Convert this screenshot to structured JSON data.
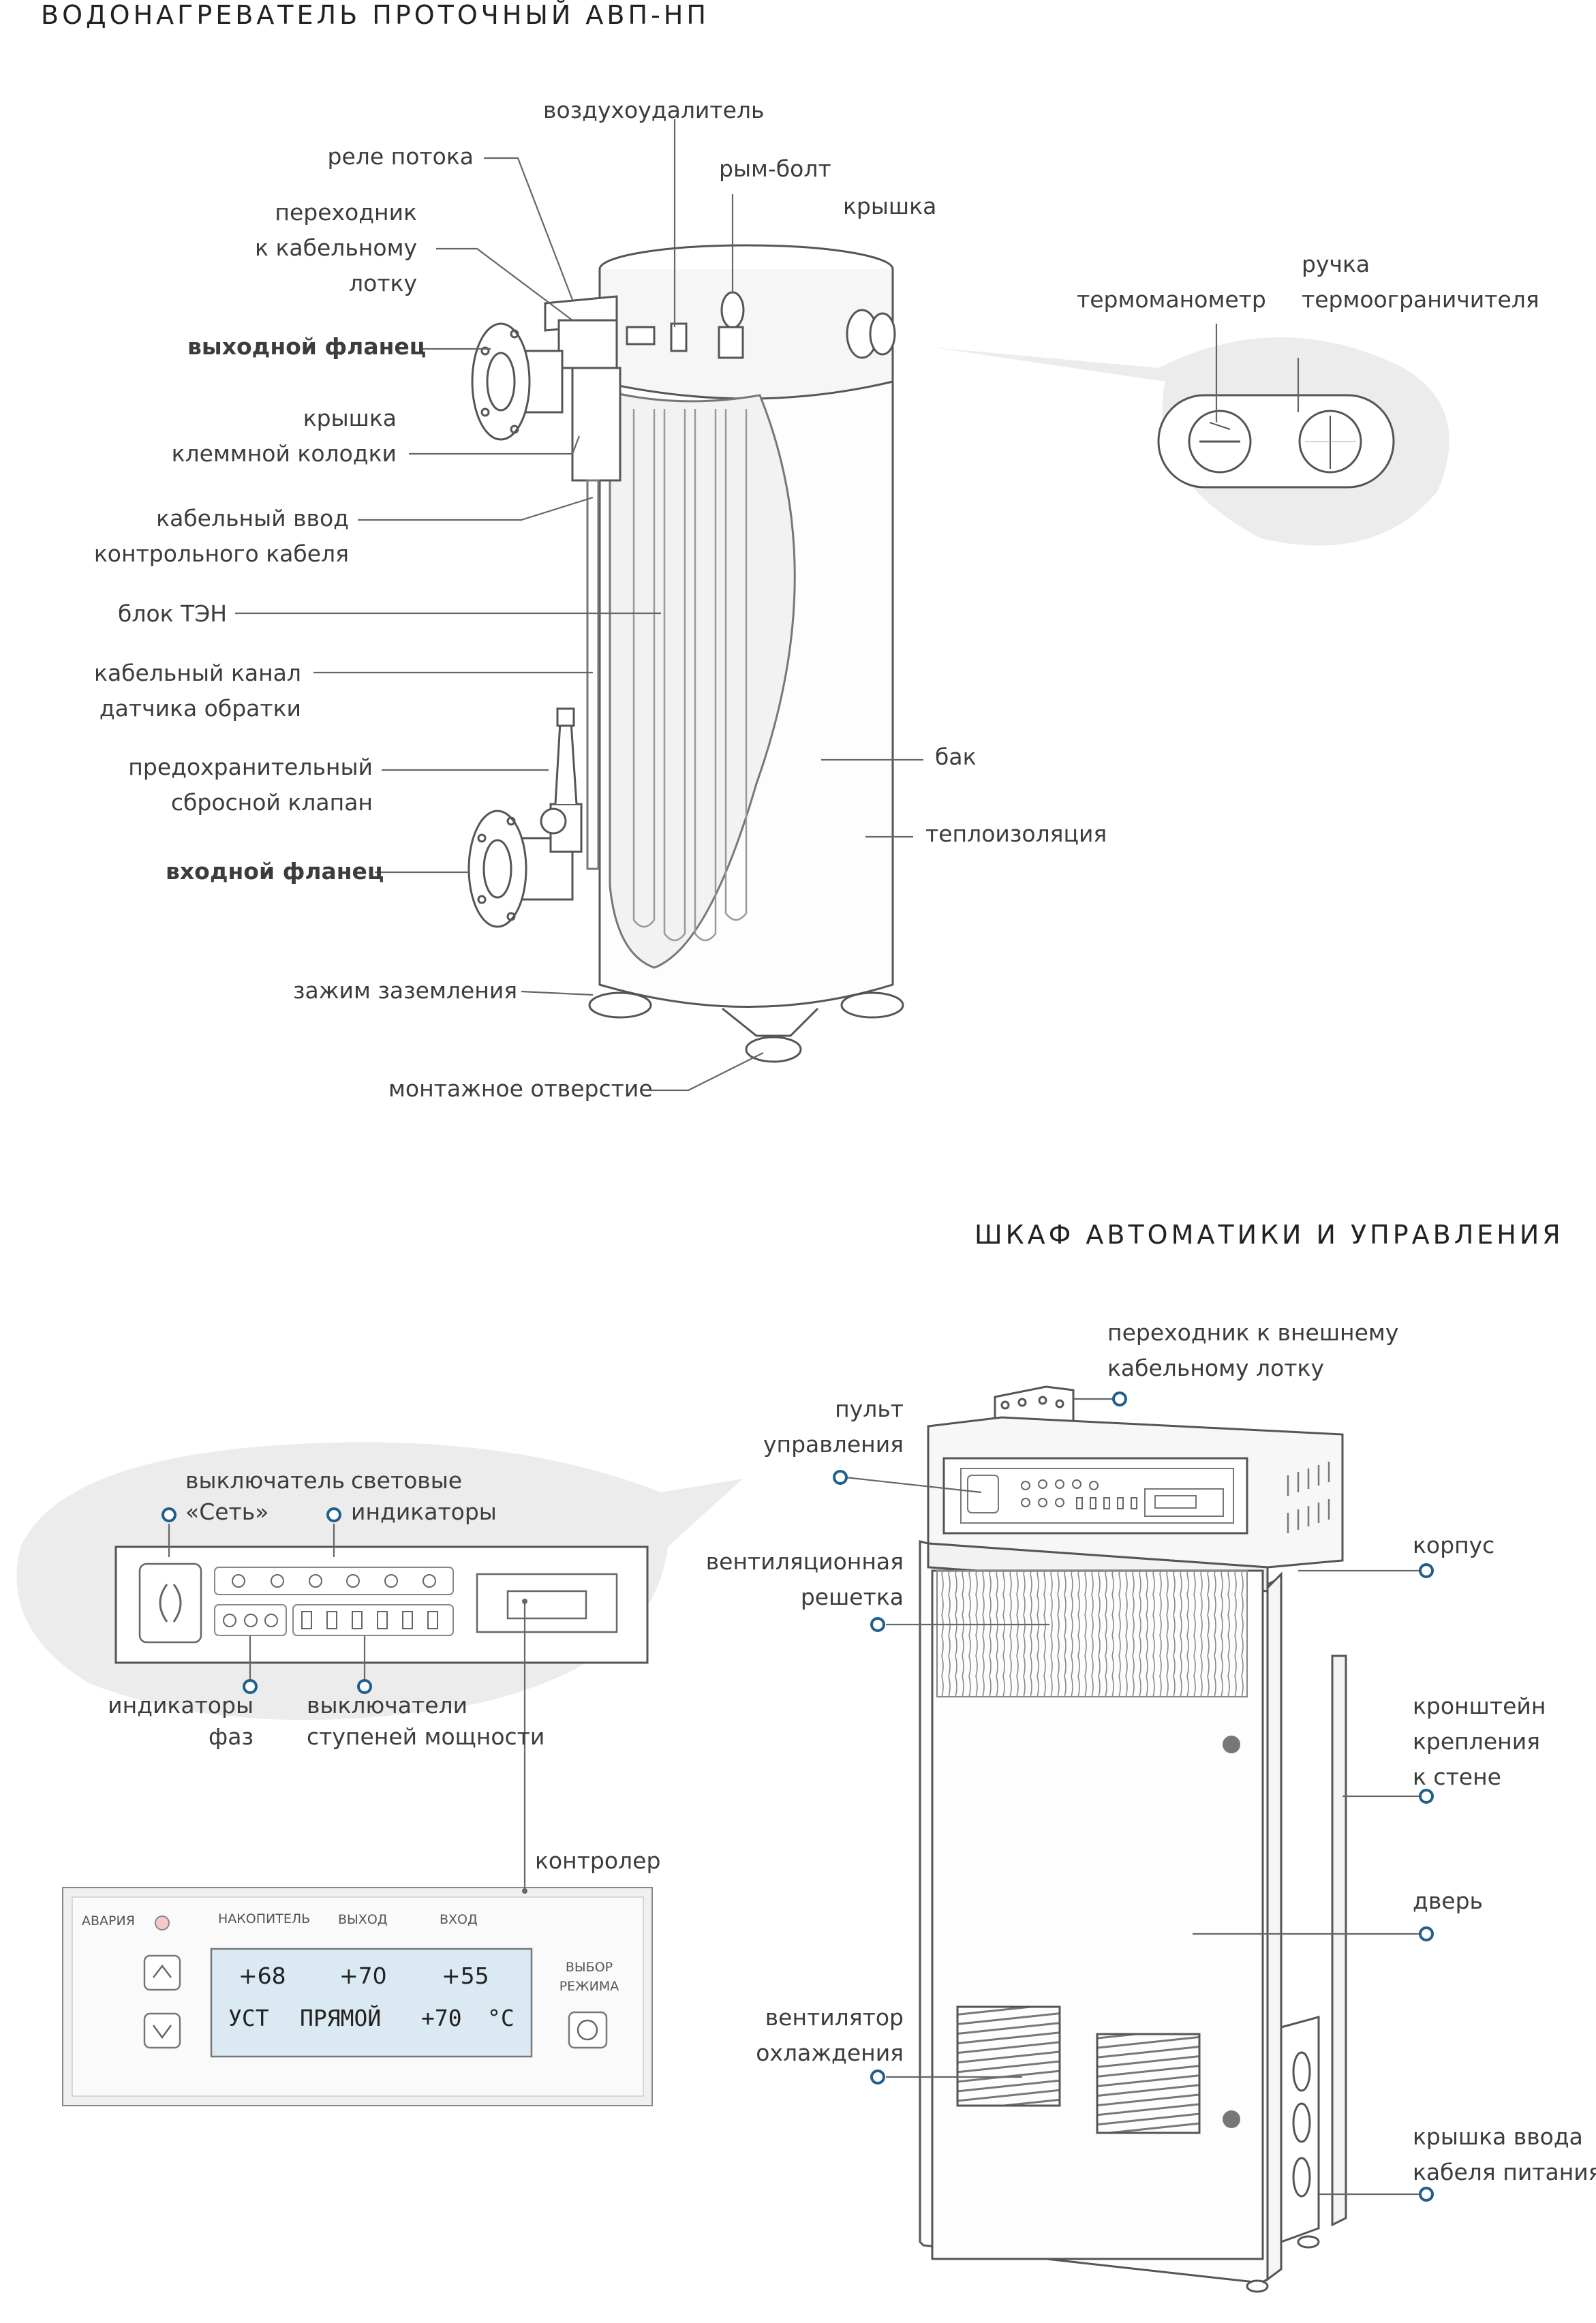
{
  "heater": {
    "title": "ВОДОНАГРЕВАТЕЛЬ ПРОТОЧНЫЙ АВП-НП",
    "labels": {
      "air_vent": "воздухоудалитель",
      "flow_relay": "реле потока",
      "eye_bolt": "рым-болт",
      "lid": "крышка",
      "adapter_1": "переходник",
      "adapter_2": "к кабельному",
      "adapter_3": "лотку",
      "outlet_flange": "выходной фланец",
      "terminal_cover_1": "крышка",
      "terminal_cover_2": "клеммной колодки",
      "cable_entry_1": "кабельный ввод",
      "cable_entry_2": "контрольного кабеля",
      "heater_block": "блок ТЭН",
      "cable_channel_1": "кабельный канал",
      "cable_channel_2": "датчика обратки",
      "safety_valve_1": "предохранительный",
      "safety_valve_2": "сбросной клапан",
      "inlet_flange": "входной фланец",
      "tank": "бак",
      "insulation": "теплоизоляция",
      "ground_clamp": "зажим заземления",
      "mount_hole": "монтажное отверстие",
      "thermomanometer": "термоманометр",
      "limiter_handle_1": "ручка",
      "limiter_handle_2": "термоограничителя"
    }
  },
  "cabinet": {
    "title": "ШКАФ АВТОМАТИКИ И УПРАВЛЕНИЯ",
    "labels": {
      "ext_adapter_1": "переходник к внешнему",
      "ext_adapter_2": "кабельному лотку",
      "control_panel_1": "пульт",
      "control_panel_2": "управления",
      "housing": "корпус",
      "vent_grille_1": "вентиляционная",
      "vent_grille_2": "решетка",
      "wall_bracket_1": "кронштейн",
      "wall_bracket_2": "крепления",
      "wall_bracket_3": "к стене",
      "door": "дверь",
      "cooling_fan_1": "вентилятор",
      "cooling_fan_2": "охлаждения",
      "cable_cover_1": "крышка ввода",
      "cable_cover_2": "кабеля питания",
      "power_switch_1": "выключатель",
      "power_switch_2": "«Сеть»",
      "light_indicators_1": "световые",
      "light_indicators_2": "индикаторы",
      "phase_indicators_1": "индикаторы",
      "phase_indicators_2": "фаз",
      "stage_switches_1": "выключатели",
      "stage_switches_2": "ступеней мощности",
      "controller": "контролер"
    }
  },
  "controller_panel": {
    "alarm": "АВАРИЯ",
    "accumulator": "НАКОПИТЕЛЬ",
    "outlet": "ВЫХОД",
    "inlet": "ВХОД",
    "mode_1": "ВЫБОР",
    "mode_2": "РЕЖИМА",
    "val_accumulator": "+68",
    "val_outlet": "+70",
    "val_inlet": "+55",
    "row2_set": "УСТ",
    "row2_mode": "ПРЯМОЙ",
    "row2_value": "+70",
    "row2_unit": "°С"
  },
  "colors": {
    "marker": "#1f5f8b",
    "line": "#6a6a6a",
    "bubble": "#ececec"
  }
}
